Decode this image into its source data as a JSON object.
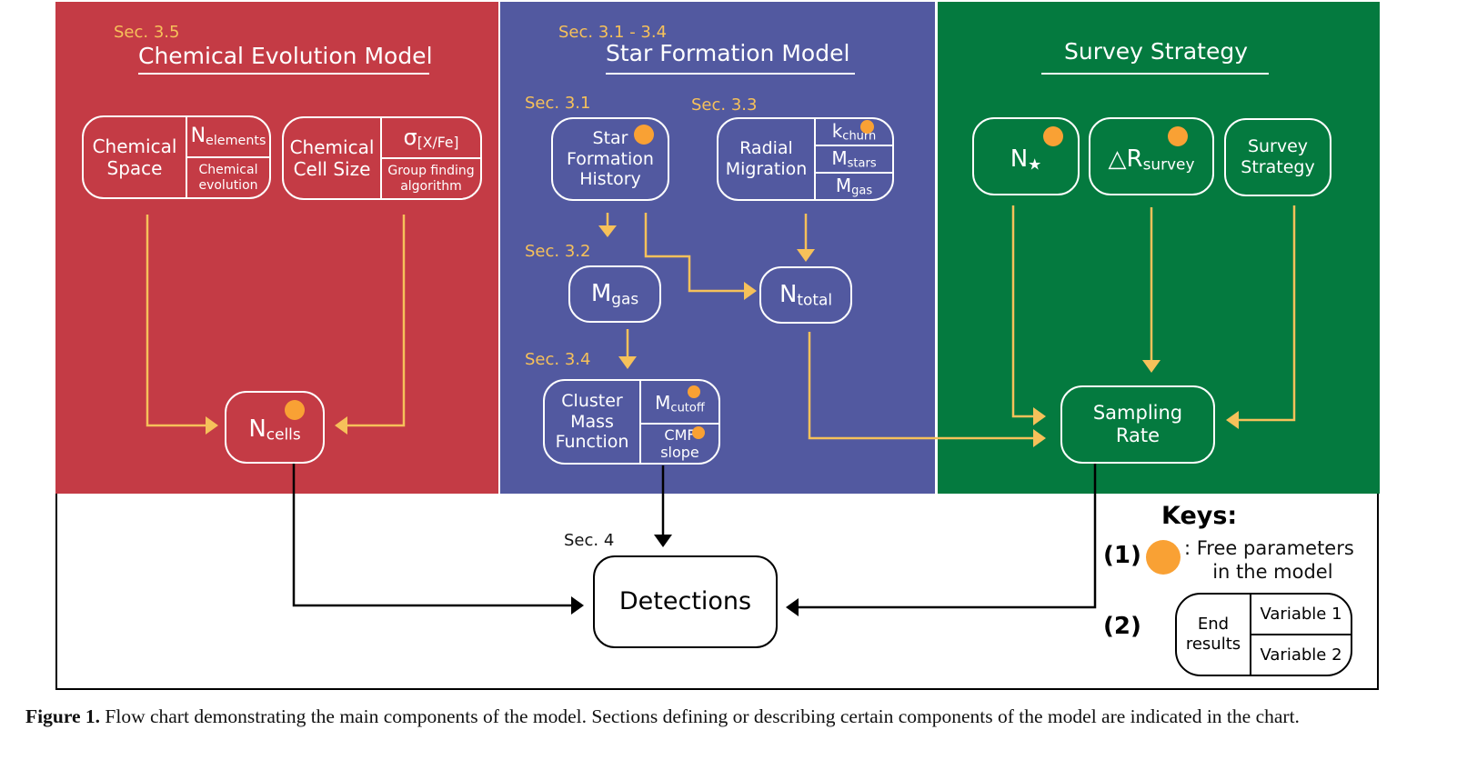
{
  "figure": {
    "caption_label": "Figure 1.",
    "caption_text": " Flow chart demonstrating the main components of the model. Sections defining or describing certain components of the model are indicated in the chart."
  },
  "colors": {
    "chemical_panel": "#c43b45",
    "star_panel": "#5259a0",
    "survey_panel": "#047a3f",
    "section_label": "#f6c15a",
    "arrow_orange": "#f6c15a",
    "free_parameter_dot": "#f9a134"
  },
  "panels": {
    "chemical": {
      "section": "Sec. 3.5",
      "title": "Chemical Evolution Model",
      "chemical_space": {
        "label_line1": "Chemical",
        "label_line2": "Space",
        "top_main": "N",
        "top_sub": "elements",
        "bottom_line1": "Chemical",
        "bottom_line2": "evolution"
      },
      "cell_size": {
        "label_line1": "Chemical",
        "label_line2": "Cell Size",
        "top_main": "σ",
        "top_sub": "[X/Fe]",
        "bottom_line1": "Group finding",
        "bottom_line2": "algorithm"
      },
      "ncells": {
        "main": "N",
        "sub": "cells",
        "free_parameter": true
      }
    },
    "star": {
      "section": "Sec. 3.1 - 3.4",
      "title": "Star Formation Model",
      "sfh": {
        "section": "Sec. 3.1",
        "line1": "Star",
        "line2": "Formation",
        "line3": "History",
        "free_parameter": true
      },
      "radial": {
        "section": "Sec. 3.3",
        "label_line1": "Radial",
        "label_line2": "Migration",
        "rows": [
          {
            "main": "k",
            "sub": "churn",
            "free_parameter": true
          },
          {
            "main": "M",
            "sub": "stars",
            "free_parameter": false
          },
          {
            "main": "M",
            "sub": "gas",
            "free_parameter": false
          }
        ]
      },
      "mgas": {
        "section": "Sec. 3.2",
        "main": "M",
        "sub": "gas"
      },
      "ntotal": {
        "main": "N",
        "sub": "total"
      },
      "cmf": {
        "section": "Sec. 3.4",
        "label_line1": "Cluster",
        "label_line2": "Mass",
        "label_line3": "Function",
        "top_main": "M",
        "top_sub": "cutoff",
        "bottom_line1": "CMF",
        "bottom_line2": "slope"
      }
    },
    "survey": {
      "title": "Survey Strategy",
      "nstar": {
        "main": "N",
        "sub": "★",
        "free_parameter": true
      },
      "delta_r": {
        "main": "△R",
        "sub": "survey",
        "free_parameter": true
      },
      "strategy": {
        "line1": "Survey",
        "line2": "Strategy"
      },
      "sampling": {
        "line1": "Sampling",
        "line2": "Rate"
      }
    }
  },
  "detections": {
    "section": "Sec. 4",
    "label": "Detections"
  },
  "keys": {
    "title": "Keys:",
    "key1_num": "(1)",
    "key1_text_line1": ": Free parameters",
    "key1_text_line2": "in the model",
    "key2_num": "(2)",
    "key2_label_line1": "End",
    "key2_label_line2": "results",
    "key2_var1": "Variable 1",
    "key2_var2": "Variable 2"
  }
}
